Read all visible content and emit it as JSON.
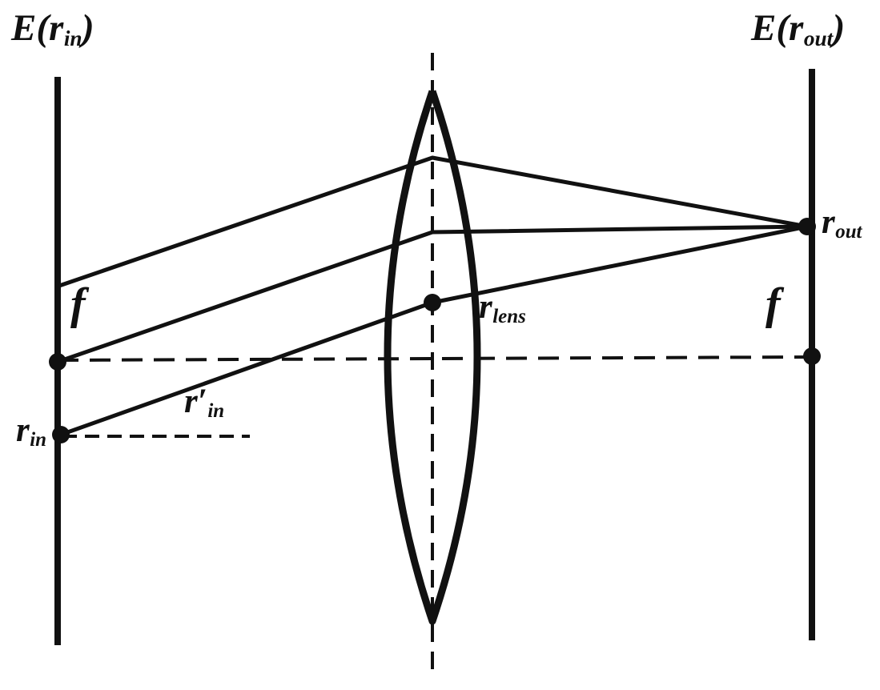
{
  "colors": {
    "ink": "#111111",
    "background": "#ffffff"
  },
  "labels": {
    "input_plane": {
      "pre": "E(r",
      "sub": "in",
      "post": ")"
    },
    "output_plane": {
      "pre": "E(r",
      "sub": "out",
      "post": ")"
    },
    "focal_left": "f",
    "focal_right": "f",
    "r_in": {
      "pre": "r",
      "sub": "in"
    },
    "r_prime_in": {
      "pre": "r′",
      "sub": "in"
    },
    "r_lens": {
      "pre": "r",
      "sub": "lens"
    },
    "r_out": {
      "pre": "r",
      "sub": "out"
    }
  }
}
